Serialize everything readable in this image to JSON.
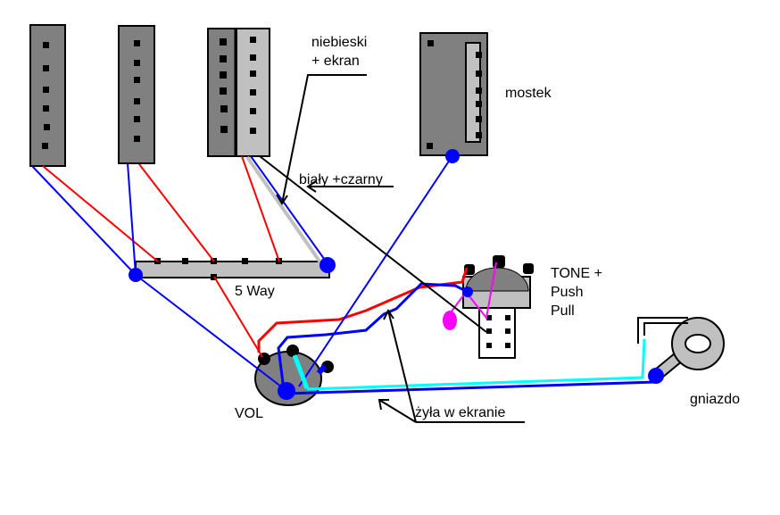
{
  "title": "Guitar wiring diagram",
  "colors": {
    "background": "#ffffff",
    "pickup_dark": "#808080",
    "pickup_light": "#c0c0c0",
    "pole": "#000000",
    "wire_hot": "#ff0000",
    "wire_ground": "#0000ff",
    "wire_shield": "#00ffff",
    "wire_pull": "#ff00ff",
    "wire_black": "#000000",
    "wire_white": "#c0c0c0"
  },
  "labels": {
    "blue_shield": [
      "niebieski",
      "+ ekran"
    ],
    "white_black": "biały +czarny",
    "bridge": "mostek",
    "switch": "5 Way",
    "tone": [
      "TONE +",
      "Push",
      "Pull"
    ],
    "volume": "VOL",
    "shielded_core": "żyła w ekranie",
    "jack": "gniazdo"
  },
  "components": [
    {
      "name": "neck-pickup",
      "type": "single-coil",
      "poles": 6
    },
    {
      "name": "middle-pickup",
      "type": "single-coil",
      "poles": 6
    },
    {
      "name": "humbucker-pickup",
      "type": "humbucker",
      "poles": 12
    },
    {
      "name": "bridge-pickup",
      "type": "mini-humbucker",
      "poles": 6,
      "label": "mostek"
    },
    {
      "name": "five-way-switch",
      "label": "5 Way",
      "lugs": 6
    },
    {
      "name": "volume-pot",
      "label": "VOL"
    },
    {
      "name": "tone-push-pull-pot",
      "label": "TONE + Push Pull"
    },
    {
      "name": "output-jack",
      "label": "gniazdo"
    }
  ]
}
